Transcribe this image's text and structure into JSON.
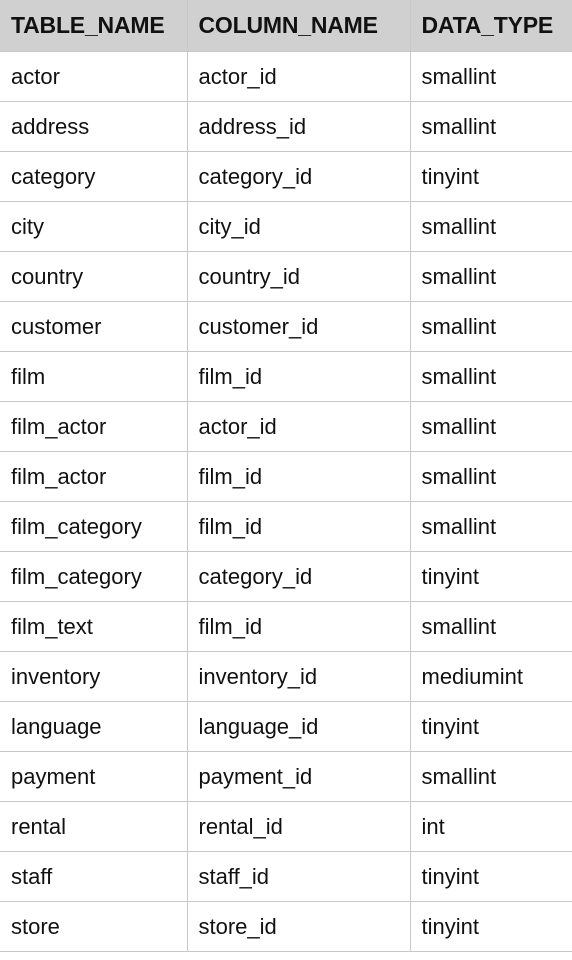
{
  "table": {
    "headers": [
      "TABLE_NAME",
      "COLUMN_NAME",
      "DATA_TYPE"
    ],
    "rows": [
      [
        "actor",
        "actor_id",
        "smallint"
      ],
      [
        "address",
        "address_id",
        "smallint"
      ],
      [
        "category",
        "category_id",
        "tinyint"
      ],
      [
        "city",
        "city_id",
        "smallint"
      ],
      [
        "country",
        "country_id",
        "smallint"
      ],
      [
        "customer",
        "customer_id",
        "smallint"
      ],
      [
        "film",
        "film_id",
        "smallint"
      ],
      [
        "film_actor",
        "actor_id",
        "smallint"
      ],
      [
        "film_actor",
        "film_id",
        "smallint"
      ],
      [
        "film_category",
        "film_id",
        "smallint"
      ],
      [
        "film_category",
        "category_id",
        "tinyint"
      ],
      [
        "film_text",
        "film_id",
        "smallint"
      ],
      [
        "inventory",
        "inventory_id",
        "mediumint"
      ],
      [
        "language",
        "language_id",
        "tinyint"
      ],
      [
        "payment",
        "payment_id",
        "smallint"
      ],
      [
        "rental",
        "rental_id",
        "int"
      ],
      [
        "staff",
        "staff_id",
        "tinyint"
      ],
      [
        "store",
        "store_id",
        "tinyint"
      ]
    ]
  }
}
